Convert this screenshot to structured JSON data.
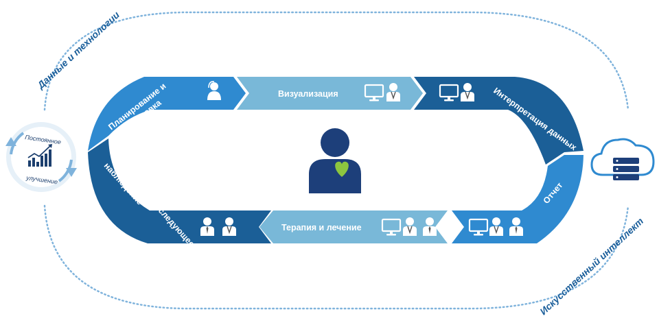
{
  "outer": {
    "top_label": "Данные и технологии",
    "bottom_label": "Искусственный интеллект"
  },
  "improvement": {
    "line1": "Постоянное",
    "line2": "улучшение"
  },
  "steps": {
    "planning": [
      "Планирование и",
      "подготовка"
    ],
    "visualization": "Визуализация",
    "interpretation": [
      "Интерпретация данных"
    ],
    "report": "Отчет",
    "therapy": "Терапия и лечение",
    "results": [
      "Результаты и последующее",
      "наблюдение"
    ]
  },
  "colors": {
    "dark_blue": "#1b5f97",
    "mid_blue": "#2f8ad0",
    "light_blue": "#79b8d8",
    "navy": "#1d3f7a",
    "heart": "#8cc63f",
    "dots": "#7fb3dc"
  },
  "icons": {
    "center": "patient-heart-icon",
    "cloud": "cloud-server-icon",
    "chart": "growth-chart-icon"
  }
}
